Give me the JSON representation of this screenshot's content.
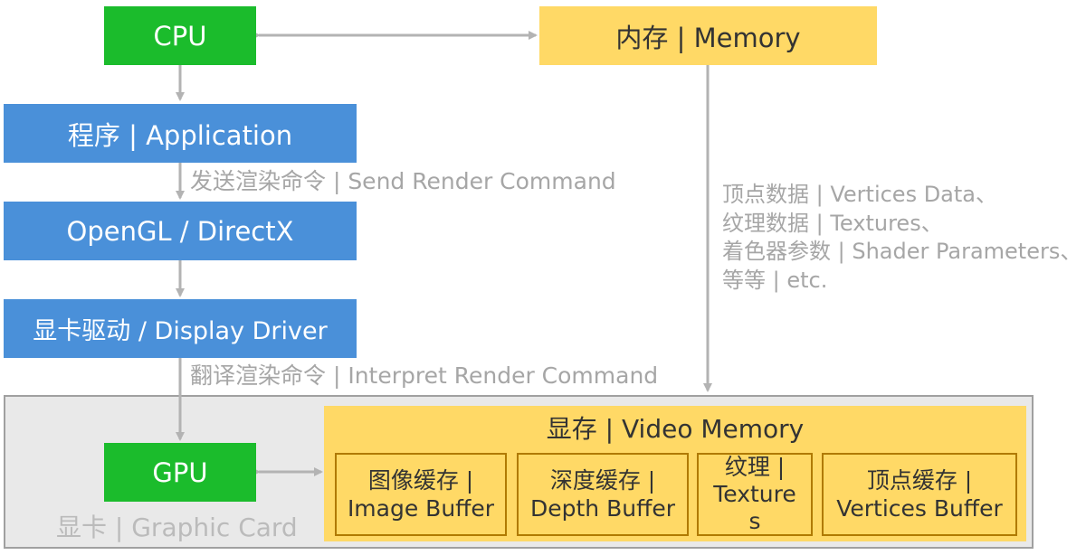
{
  "nodes": {
    "cpu": "CPU",
    "memory": "内存 | Memory",
    "application": "程序 | Application",
    "opengl": "OpenGL / DirectX",
    "driver": "显卡驱动 / Display Driver",
    "gpu": "GPU"
  },
  "edge_labels": {
    "send_render": "发送渲染命令 | Send Render Command",
    "interpret_render": "翻译渲染命令 | Interpret Render Command",
    "memory_data": [
      "顶点数据 | Vertices Data、",
      "纹理数据 | Textures、",
      "着色器参数 | Shader Parameters、",
      "等等 | etc."
    ]
  },
  "graphic_card": {
    "label": "显卡 | Graphic Card"
  },
  "video_memory": {
    "title": "显存 | Video Memory",
    "buffers": [
      {
        "line1": "图像缓存 |",
        "line2": "Image Buffer",
        "line3": ""
      },
      {
        "line1": "深度缓存 |",
        "line2": "Depth Buffer",
        "line3": ""
      },
      {
        "line1": "纹理 |",
        "line2": "Texture",
        "line3": "s"
      },
      {
        "line1": "顶点缓存 |",
        "line2": "Vertices Buffer",
        "line3": ""
      }
    ]
  },
  "colors": {
    "green": "#1bbc2c",
    "blue": "#4a90d9",
    "yellow": "#ffd966",
    "arrow": "#b3b3b3",
    "card_bg": "#e9e9e9",
    "card_border": "#a0a0a0"
  }
}
